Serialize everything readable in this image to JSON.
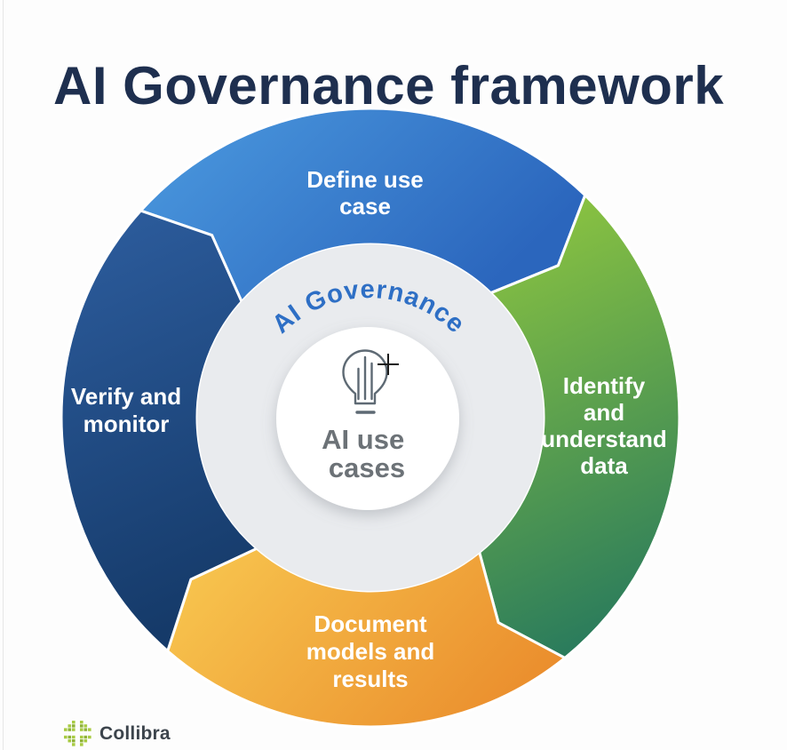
{
  "title": "AI Governance framework",
  "diagram": {
    "arc_label": "AI Governance",
    "arc_label_color": "#2e6fc5",
    "center_lines": [
      "AI use",
      "cases"
    ],
    "center_text_color": "#6c7277",
    "center_icon": "lightbulb-bar-chart-icon",
    "ring_color": "#e9ebee",
    "core_color": "#ffffff",
    "divider_color": "#ffffff",
    "label_color": "#ffffff",
    "segments": [
      {
        "id": "define-use-case",
        "lines": [
          "Define use",
          "case"
        ],
        "start_angle": 312,
        "end_angle": 404,
        "colors": [
          "#4c9be0",
          "#2b66bd"
        ]
      },
      {
        "id": "identify-and-understand-data",
        "lines": [
          "Identify",
          "and",
          "understand",
          "data"
        ],
        "start_angle": 44,
        "end_angle": 141,
        "colors": [
          "#90c73f",
          "#2b7c5c"
        ]
      },
      {
        "id": "document-models-and-results",
        "lines": [
          "Document",
          "models and",
          "results"
        ],
        "start_angle": 141,
        "end_angle": 221,
        "colors": [
          "#f7c34d",
          "#ea8c2c"
        ]
      },
      {
        "id": "verify-and-monitor",
        "lines": [
          "Verify and",
          "monitor"
        ],
        "start_angle": 221,
        "end_angle": 312,
        "colors": [
          "#2d5d9e",
          "#153a69"
        ]
      }
    ]
  },
  "cursor": {
    "type": "crosshair"
  },
  "footer": {
    "brand": "Collibra",
    "logo_colors": [
      "#a8cb42",
      "#8fb239"
    ]
  }
}
